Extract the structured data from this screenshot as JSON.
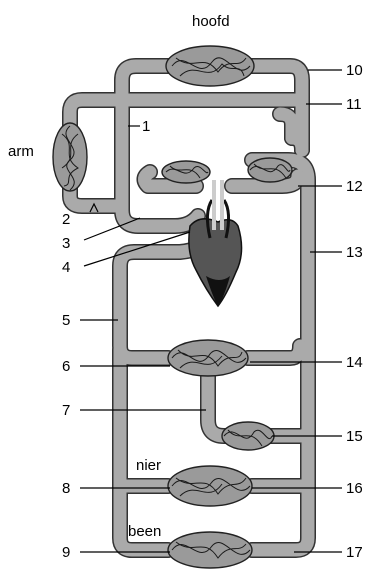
{
  "organs": {
    "head": "hoofd",
    "arm": "arm",
    "kidney": "nier",
    "leg": "been"
  },
  "numbers": [
    "1",
    "2",
    "3",
    "4",
    "5",
    "6",
    "7",
    "8",
    "9",
    "10",
    "11",
    "12",
    "13",
    "14",
    "15",
    "16",
    "17"
  ],
  "colors": {
    "vessel": "#aaaaaa",
    "outline": "#333333",
    "heart_dark": "#111111",
    "background": "#ffffff"
  }
}
